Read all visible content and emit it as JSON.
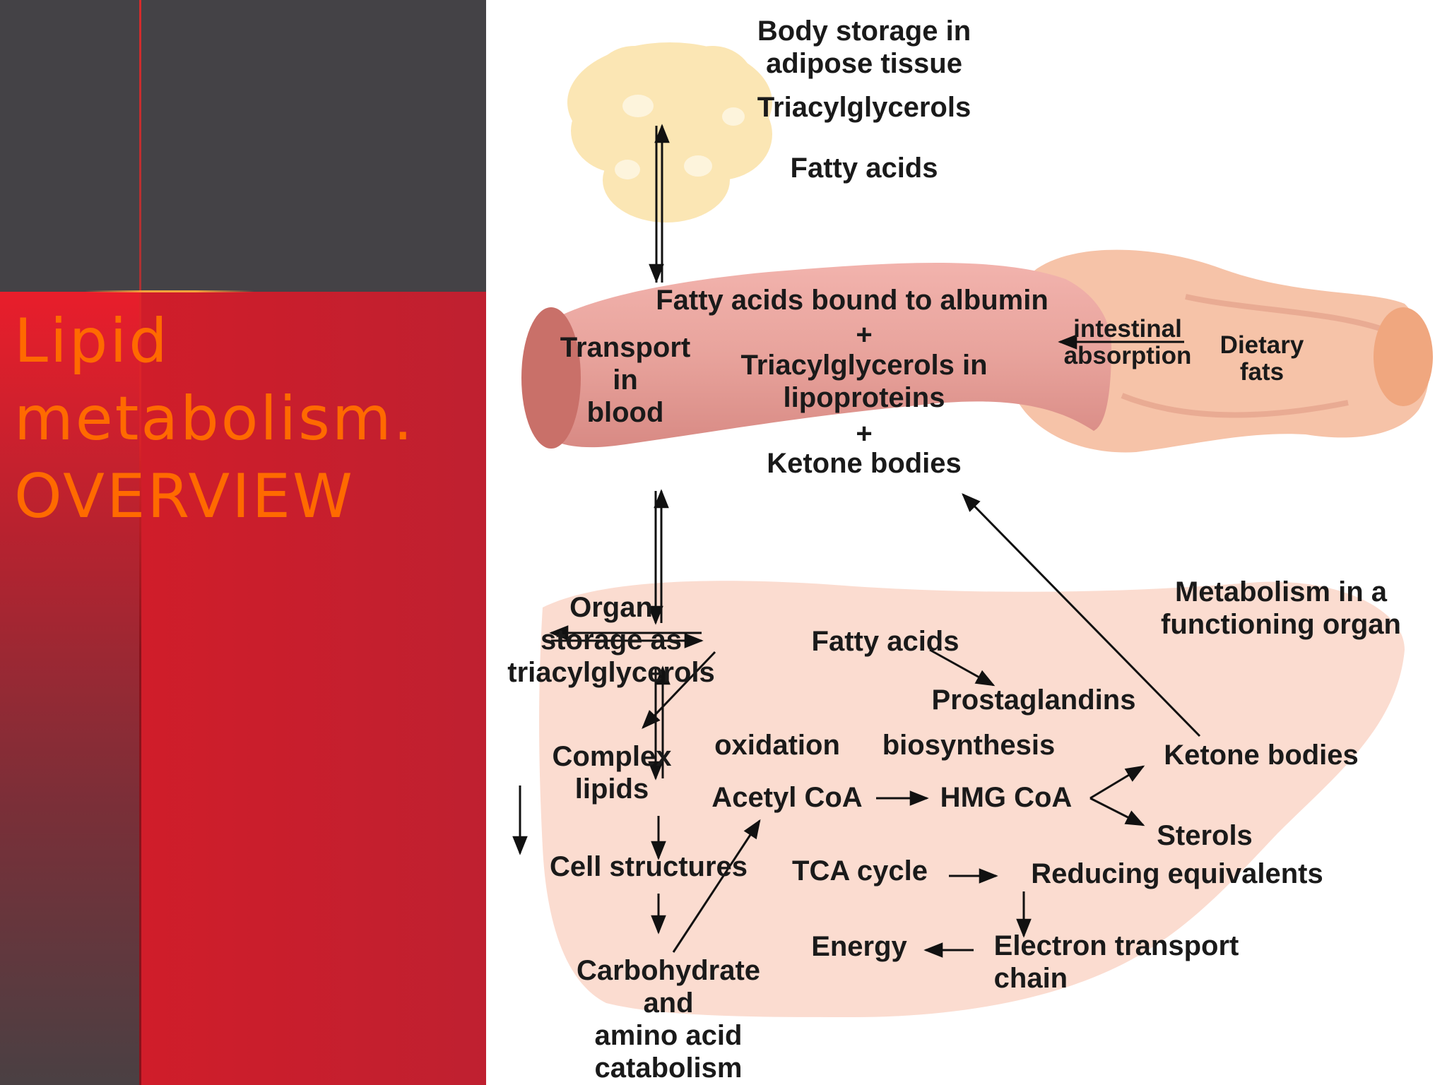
{
  "slide": {
    "title_lines": [
      "Lipid",
      "metabolism.",
      "OVERVIEW"
    ]
  },
  "diagram": {
    "adipose": {
      "body_storage": [
        "Body storage in",
        "adipose tissue"
      ],
      "triacylglycerols": "Triacylglycerols",
      "fatty_acids": "Fatty acids"
    },
    "blood": {
      "fatty_acids_albumin": "Fatty acids bound to albumin",
      "plus": "+",
      "triacylglycerols_lipoproteins": [
        "Triacylglycerols in",
        "lipoproteins"
      ],
      "ketone_bodies": "Ketone bodies",
      "transport": [
        "Transport",
        "in",
        "blood"
      ],
      "intestinal_absorption": [
        "intestinal",
        "absorption"
      ],
      "dietary_fats": [
        "Dietary",
        "fats"
      ]
    },
    "organ": {
      "metabolism_title": [
        "Metabolism in a",
        "functioning organ"
      ],
      "organ_storage": [
        "Organ",
        "storage as",
        "triacylglycerols"
      ],
      "fatty_acids": "Fatty acids",
      "prostaglandins": "Prostaglandins",
      "complex_lipids": [
        "Complex",
        "lipids"
      ],
      "oxidation": "oxidation",
      "biosynthesis": "biosynthesis",
      "ketone_bodies": "Ketone bodies",
      "acetyl_coa": "Acetyl CoA",
      "hmg_coa": "HMG CoA",
      "sterols": "Sterols",
      "cell_structures": "Cell structures",
      "tca_cycle": "TCA cycle",
      "reducing_equivalents": "Reducing equivalents",
      "energy": "Energy",
      "electron_transport": [
        "Electron transport",
        "chain"
      ],
      "carbohydrate": [
        "Carbohydrate",
        "and",
        "amino acid",
        "catabolism"
      ]
    },
    "colors": {
      "adipose": "#fbe6b4",
      "vessel": "#e79a94",
      "intestine": "#f6c3a8",
      "organ": "#fbdcd0"
    }
  }
}
